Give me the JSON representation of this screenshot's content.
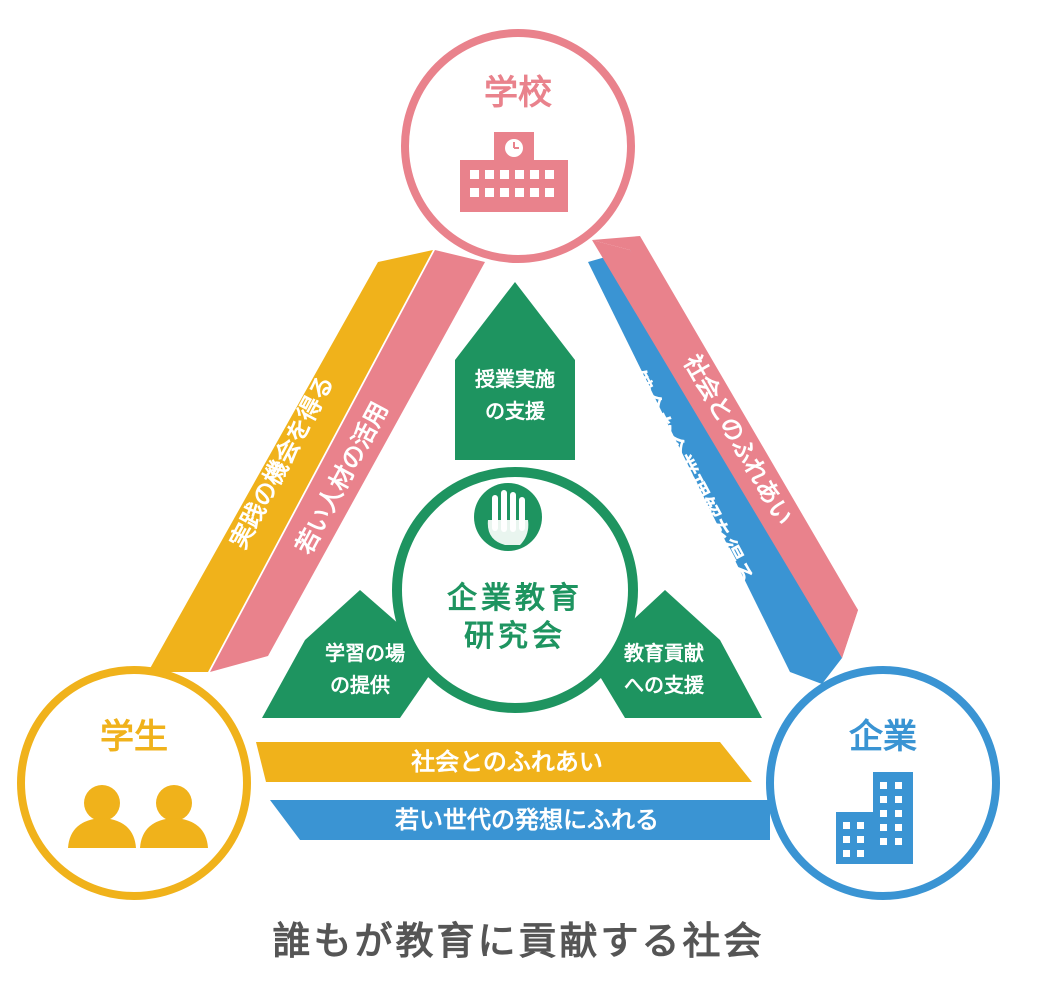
{
  "colors": {
    "school": "#e9828c",
    "student": "#f0b21b",
    "company": "#3a94d3",
    "center": "#1e9460",
    "caption": "#555555"
  },
  "nodes": {
    "school": {
      "label": "学校",
      "icon": "school-building-icon"
    },
    "student": {
      "label": "学生",
      "icon": "students-icon"
    },
    "company": {
      "label": "企業",
      "icon": "office-building-icon"
    }
  },
  "bands": {
    "student_to_school": "実践の機会を得る",
    "school_to_student": "若い人材の活用",
    "company_to_school": "健全な企業理解を得る",
    "school_to_company": "社会とのふれあい",
    "company_to_student": "社会とのふれあい",
    "student_to_company": "若い世代の発想にふれる"
  },
  "center": {
    "title_line1": "企業教育",
    "title_line2": "研究会",
    "icon": "hands-icon"
  },
  "arms": {
    "top_line1": "授業実施",
    "top_line2": "の支援",
    "left_line1": "学習の場",
    "left_line2": "の提供",
    "right_line1": "教育貢献",
    "right_line2": "への支援"
  },
  "caption": "誰もが教育に貢献する社会"
}
